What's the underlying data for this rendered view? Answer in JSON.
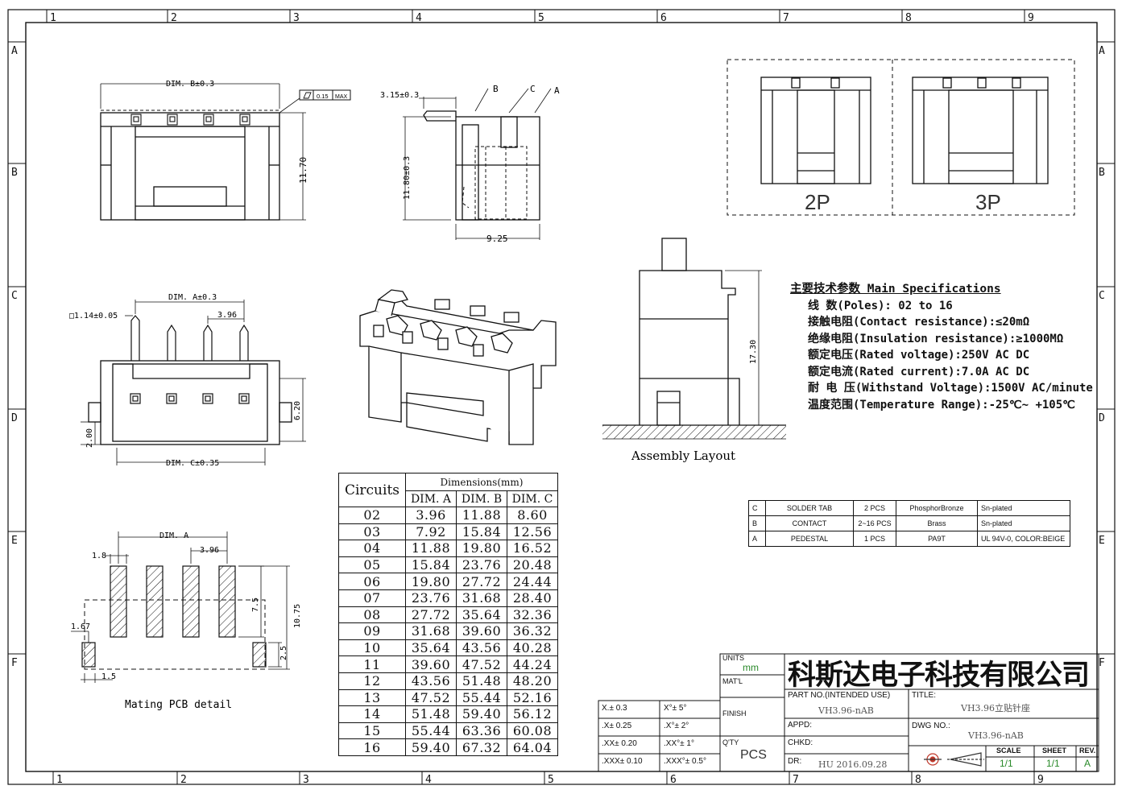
{
  "border": {
    "top_numbers": [
      "1",
      "2",
      "3",
      "4",
      "5",
      "6",
      "7",
      "8",
      "9"
    ],
    "bottom_numbers": [
      "1",
      "2",
      "3",
      "4",
      "5",
      "6",
      "7",
      "8",
      "9"
    ],
    "side_letters": [
      "A",
      "B",
      "C",
      "D",
      "E",
      "F"
    ]
  },
  "views": {
    "top_dim_b": "DIM. B±0.3",
    "top_height": "11.70",
    "flatness_value": "0.15",
    "flatness_max": "MAX",
    "side_offset": "3.15±0.3",
    "side_height": "11.80±0.3",
    "side_width": "9.25",
    "callout_a": "A",
    "callout_b": "B",
    "callout_c": "C",
    "variant_2p": "2P",
    "variant_3p": "3P",
    "front_dim_a": "DIM. A±0.3",
    "front_pin_sq": "□1.14±0.05",
    "front_pitch": "3.96",
    "front_depth": "6.20",
    "front_offset": "2.00",
    "front_dim_c": "DIM. C±0.35",
    "assembly_height": "17.30",
    "assembly_label": "Assembly Layout",
    "pcb_dim_a": "DIM. A",
    "pcb_pad_w": "1.8",
    "pcb_pitch": "3.96",
    "pcb_h1": "7.5",
    "pcb_h2": "10.75",
    "pcb_tab_w": "1.67",
    "pcb_tab_h": "2.5",
    "pcb_tab_off": "1.5",
    "pcb_label": "Mating PCB detail"
  },
  "specs": {
    "title": "主要技术参数 Main Specifications",
    "items": [
      "线  数(Poles): 02 to 16",
      "接触电阻(Contact resistance):≤20mΩ",
      "绝缘电阻(Insulation resistance):≥1000MΩ",
      "额定电压(Rated voltage):250V AC DC",
      "额定电流(Rated current):7.0A AC DC",
      "耐 电 压(Withstand Voltage):1500V AC/minute",
      "温度范围(Temperature Range):-25℃~ +105℃"
    ]
  },
  "bom": {
    "rows": [
      [
        "C",
        "SOLDER TAB",
        "2 PCS",
        "PhosphorBronze",
        "Sn-plated"
      ],
      [
        "B",
        "CONTACT",
        "2~16 PCS",
        "Brass",
        "Sn-plated"
      ],
      [
        "A",
        "PEDESTAL",
        "1 PCS",
        "PA9T",
        "UL 94V-0, COLOR:BEIGE"
      ]
    ]
  },
  "dim_table": {
    "circuits_header": "Circuits",
    "dimensions_header": "Dimensions(mm)",
    "columns": [
      "DIM. A",
      "DIM. B",
      "DIM. C"
    ],
    "rows": [
      [
        "02",
        "3.96",
        "11.88",
        "8.60"
      ],
      [
        "03",
        "7.92",
        "15.84",
        "12.56"
      ],
      [
        "04",
        "11.88",
        "19.80",
        "16.52"
      ],
      [
        "05",
        "15.84",
        "23.76",
        "20.48"
      ],
      [
        "06",
        "19.80",
        "27.72",
        "24.44"
      ],
      [
        "07",
        "23.76",
        "31.68",
        "28.40"
      ],
      [
        "08",
        "27.72",
        "35.64",
        "32.36"
      ],
      [
        "09",
        "31.68",
        "39.60",
        "36.32"
      ],
      [
        "10",
        "35.64",
        "43.56",
        "40.28"
      ],
      [
        "11",
        "39.60",
        "47.52",
        "44.24"
      ],
      [
        "12",
        "43.56",
        "51.48",
        "48.20"
      ],
      [
        "13",
        "47.52",
        "55.44",
        "52.16"
      ],
      [
        "14",
        "51.48",
        "59.40",
        "56.12"
      ],
      [
        "15",
        "55.44",
        "63.36",
        "60.08"
      ],
      [
        "16",
        "59.40",
        "67.32",
        "64.04"
      ]
    ]
  },
  "title_block": {
    "tolerances": [
      [
        "X.± 0.3",
        "X°± 5°"
      ],
      [
        ".X± 0.25",
        ".X°± 2°"
      ],
      [
        ".XX± 0.20",
        ".XX°± 1°"
      ],
      [
        ".XXX± 0.10",
        ".XXX°± 0.5°"
      ]
    ],
    "units_label": "UNITS",
    "units_value": "mm",
    "matl_label": "MAT'L",
    "finish_label": "FINISH",
    "qty_label": "Q'TY",
    "qty_value": "PCS",
    "company": "科斯达电子科技有限公司",
    "part_no_label": "PART NO.(INTENDED USE)",
    "part_no_value": "VH3.96-nAB",
    "title_label": "TITLE:",
    "title_value": "VH3.96立贴针座",
    "appd_label": "APPD:",
    "chkd_label": "CHKD:",
    "dwg_no_label": "DWG NO.:",
    "dwg_no_value": "VH3.96-nAB",
    "dr_label": "DR:",
    "dr_value": "HU 2016.09.28",
    "scale_label": "SCALE",
    "scale_value": "1/1",
    "sheet_label": "SHEET",
    "sheet_value": "1/1",
    "rev_label": "REV.",
    "rev_value": "A"
  },
  "colors": {
    "line": "#111111",
    "accent_green": "#2a8a2a"
  }
}
